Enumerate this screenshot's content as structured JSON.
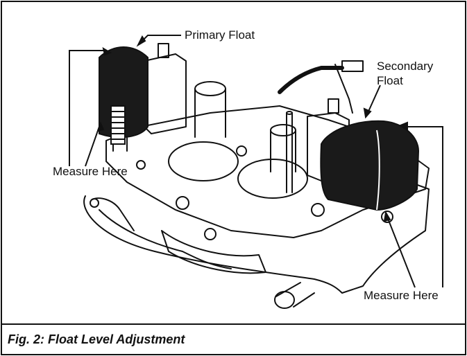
{
  "figure": {
    "caption": "Fig. 2: Float Level Adjustment",
    "labels": {
      "primary_float": "Primary Float",
      "secondary_float": "Secondary Float",
      "measure_here_left": "Measure Here",
      "measure_here_right": "Measure Here"
    }
  },
  "colors": {
    "ink": "#111111",
    "paper": "#ffffff",
    "float_fill": "#1a1a1a"
  }
}
